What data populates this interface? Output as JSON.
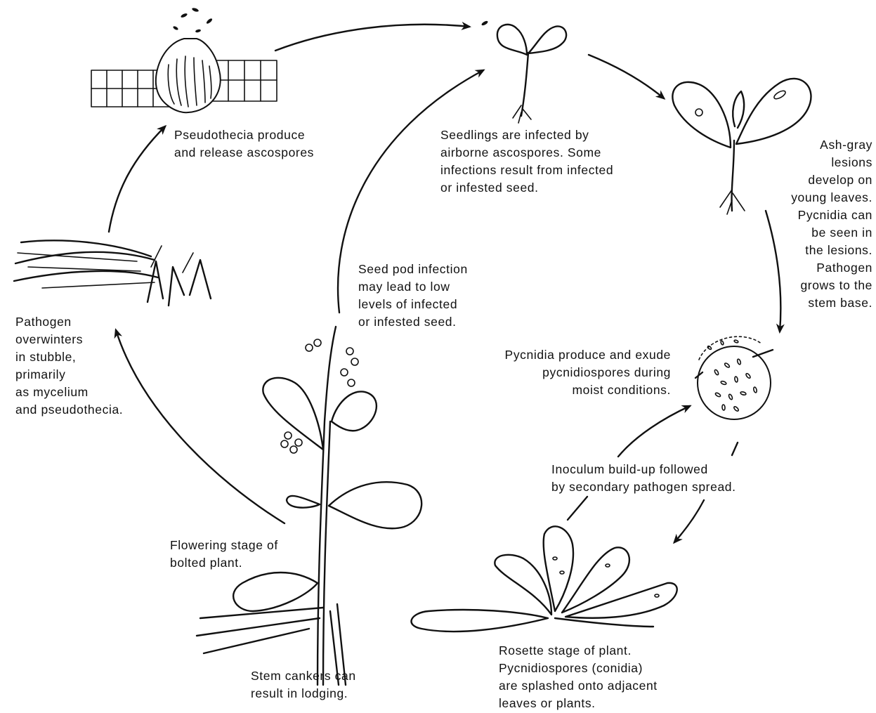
{
  "captions": {
    "pseudothecia": "Pseudothecia produce\nand release ascospores",
    "seedlings": "Seedlings are infected by\nairborne ascospores. Some\ninfections result from infected\nor infested seed.",
    "lesions": "Ash-gray\nlesions\ndevelop on\nyoung leaves.\nPycnidia can\nbe seen in\nthe lesions.\nPathogen\ngrows to the\nstem base.",
    "seedpod": "Seed pod infection\nmay lead to low\nlevels of infected\nor infested seed.",
    "overwinter": "Pathogen\noverwinters\nin stubble,\nprimarily\nas mycelium\nand pseudothecia.",
    "pycnidia": "Pycnidia produce and exude\npycnidiospores during\nmoist conditions.",
    "inoculum": "Inoculum build-up followed\nby secondary pathogen spread.",
    "flowering": "Flowering stage of\nbolted plant.",
    "stem_cankers": "Stem cankers can\nresult in lodging.",
    "rosette": "Rosette stage of plant.\nPycnidiospores (conidia)\nare splashed onto adjacent\nleaves or plants."
  },
  "colors": {
    "ink": "#111111",
    "background": "#ffffff"
  }
}
